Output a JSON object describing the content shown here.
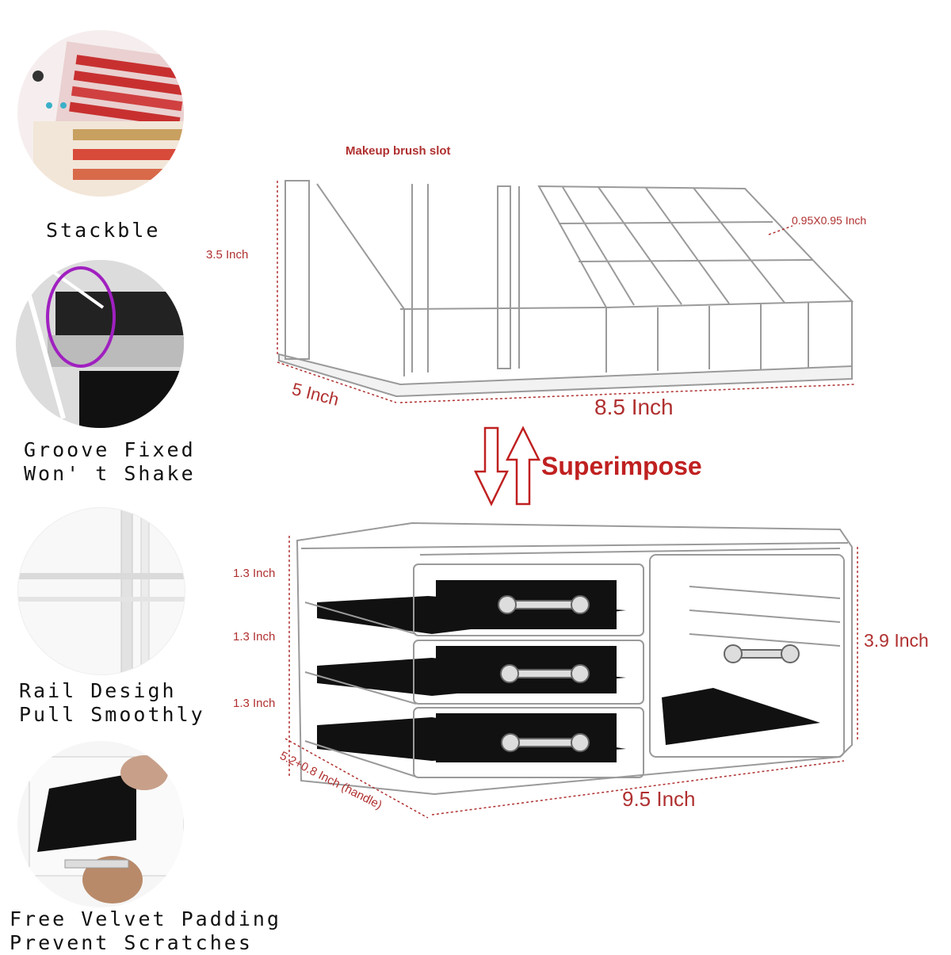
{
  "features": [
    {
      "label": "Stackble"
    },
    {
      "label": "Groove Fixed\nWon' t Shake"
    },
    {
      "label": "Rail Desigh\nPull Smoothly"
    },
    {
      "label": "Free Velvet Padding\nPrevent Scratches"
    }
  ],
  "top_organizer": {
    "brush_slot_label": "Makeup brush slot",
    "height": "3.5 Inch",
    "depth": "5 Inch",
    "width": "8.5 Inch",
    "cell_size": "0.95X0.95 Inch"
  },
  "superimpose": {
    "label": "Superimpose"
  },
  "bottom_organizer": {
    "drawer_heights": [
      "1.3 Inch",
      "1.3 Inch",
      "1.3 Inch"
    ],
    "height": "3.9 Inch",
    "depth": "5.2+0.8 Inch (handle)",
    "width": "9.5 Inch"
  },
  "colors": {
    "dimension_red": "#b03030",
    "arrow_red": "#c02020",
    "velvet": "#111111",
    "acrylic_edge": "#9a9a9a"
  }
}
